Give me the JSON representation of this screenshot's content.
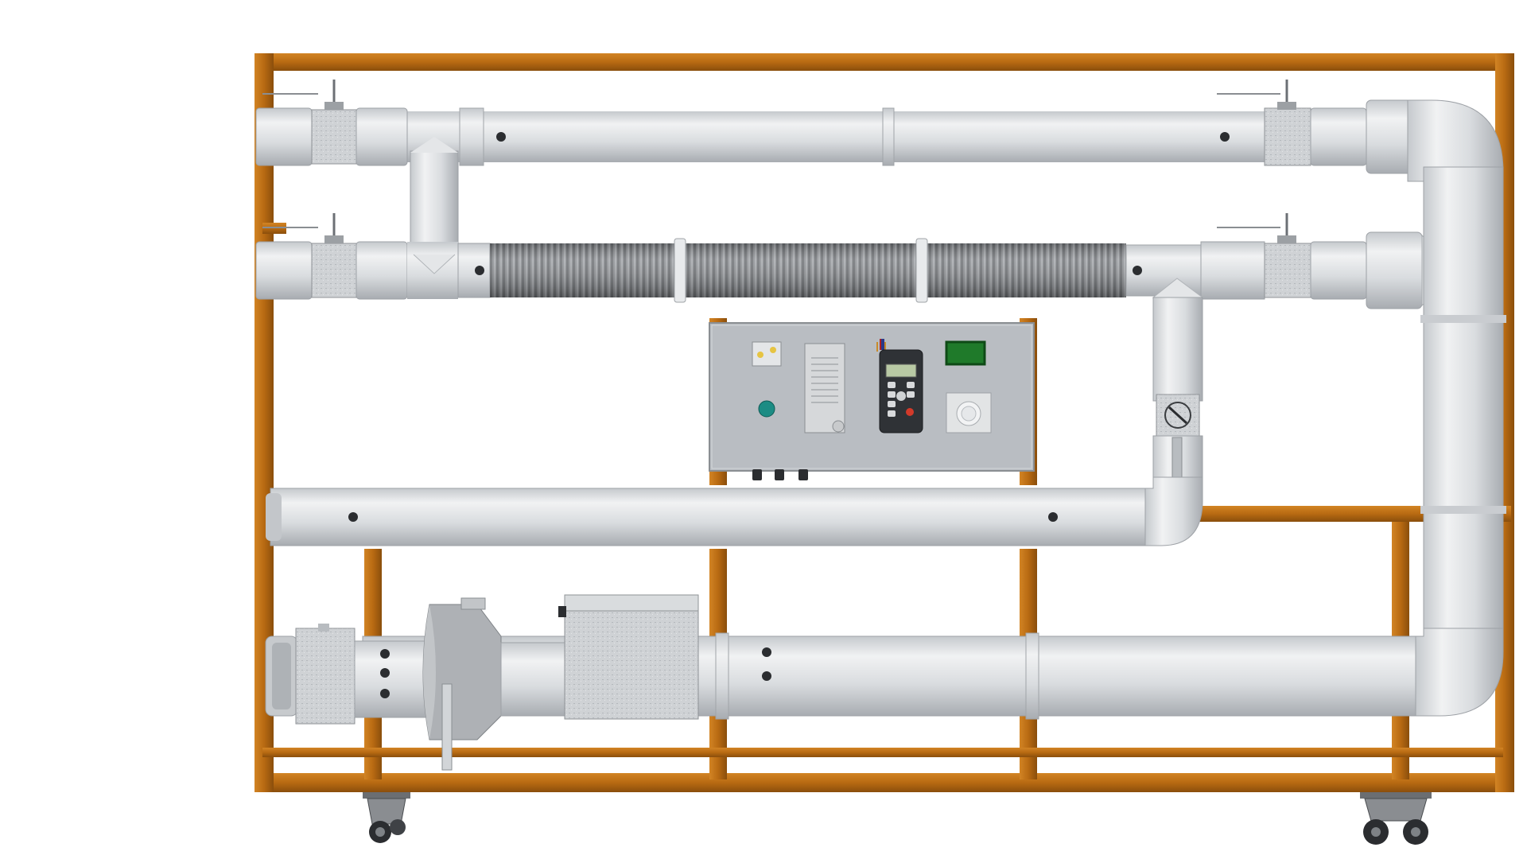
{
  "scene": {
    "caption": "",
    "colors": {
      "frame": "#b86a12",
      "frame_dark": "#8a4e0c",
      "duct": "#d6d9dc",
      "duct_dark": "#a9adb2",
      "flex_hose": "#8c8f93",
      "damper": "#c4c7ca",
      "panel": "#b9bdc2",
      "display_green": "#1f7a2a",
      "indicator_teal": "#1c8c84",
      "button_red": "#d23a2a",
      "caster": "#3a3a3a"
    },
    "components": {
      "frame": "steel-frame",
      "upper_duct": "round-duct",
      "flexible_duct": "corrugated-hose",
      "control_panel": "control-panel",
      "manometer": "handheld-manometer",
      "fan": "duct-fan",
      "filter_box": "filter-box",
      "heater_box": "duct-heater",
      "casters": "wheel-icon"
    }
  }
}
